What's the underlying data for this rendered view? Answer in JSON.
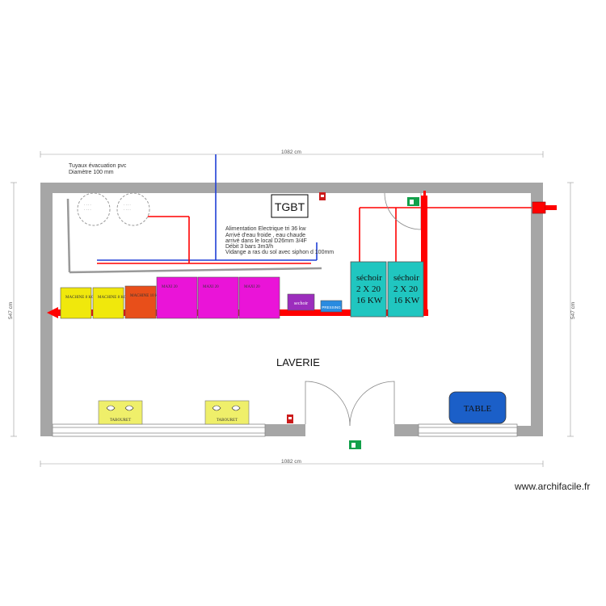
{
  "dimensions": {
    "width_label": "1082 cm",
    "width_label_bottom": "1082 cm",
    "height_label_left": "547 cm",
    "height_label_right": "547 cm"
  },
  "notes": {
    "pipes_line1": "Tuyaux évacuation pvc",
    "pipes_line2": "Diamètre 100 mm",
    "supply": [
      "Alimentation Electrique tri 36 kw",
      "Arrivé d'eau froide , eau chaude",
      "arrivé dans le local D26mm 3/4F",
      "Débit 3 bars 3m3/h",
      "Vidange a ras du sol avec siphon d 100mm"
    ]
  },
  "labels": {
    "tgbt": "TGBT",
    "room": "LAVERIE",
    "table": "TABLE",
    "stool1": "TABOURET",
    "stool2": "TABOURET",
    "site": "www.archifacile.fr"
  },
  "machines": [
    {
      "label": "MACHINE 8 KG",
      "color": "#f0e80c"
    },
    {
      "label": "MACHINE 8 KG",
      "color": "#f0e80c"
    },
    {
      "label": "MACHINE 10 KG",
      "color": "#e84f1a"
    },
    {
      "label": "MAXI 20",
      "color": "#ea14d8"
    },
    {
      "label": "MAXI 20",
      "color": "#ea14d8"
    },
    {
      "label": "MAXI 20",
      "color": "#ea14d8"
    }
  ],
  "small_units": {
    "purple": "sechoir",
    "blue": "PRESSING"
  },
  "dryers": [
    {
      "line1": "séchoir",
      "line2": "2 X 20",
      "line3": "16 KW"
    },
    {
      "line1": "séchoir",
      "line2": "2 X 20",
      "line3": "16 KW"
    }
  ],
  "colors": {
    "wall": "#a6a6a6",
    "water": "#1f3fd6",
    "power": "#ff0000",
    "dryer": "#20c6c0",
    "table": "#1b5fc8",
    "stool": "#efef6a",
    "exit": "#12a04a"
  }
}
